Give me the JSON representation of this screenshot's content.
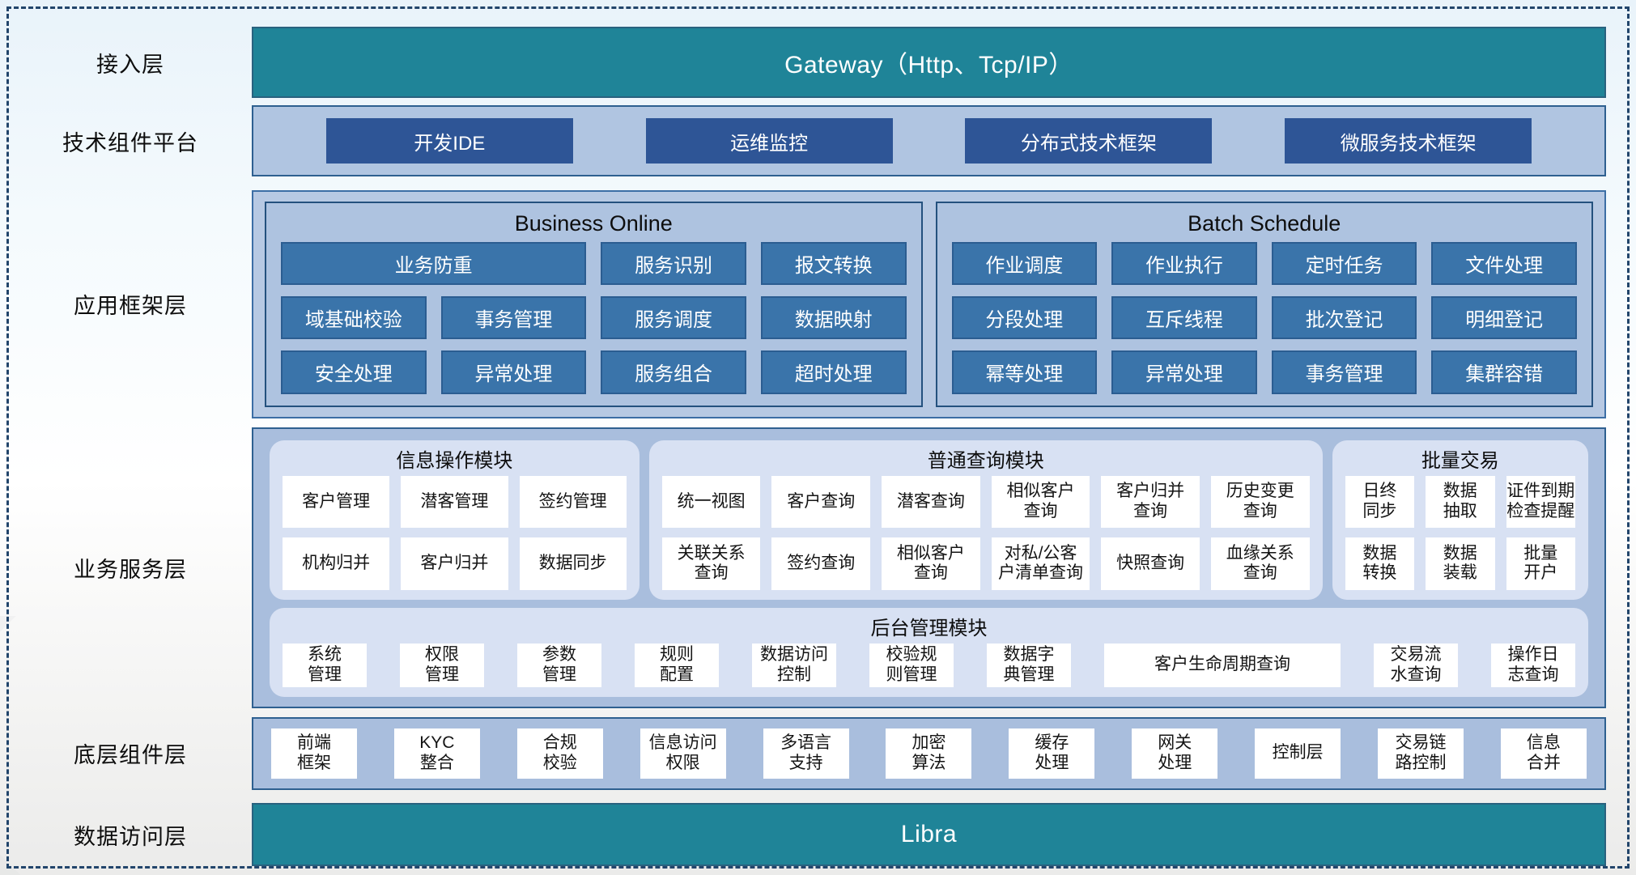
{
  "layers": {
    "access": {
      "label": "接入层",
      "gateway": "Gateway（Http、Tcp/IP）"
    },
    "tech_platform": {
      "label": "技术组件平台",
      "items": [
        "开发IDE",
        "运维监控",
        "分布式技术框架",
        "微服务技术框架"
      ]
    },
    "app_framework": {
      "label": "应用框架层",
      "business_online": {
        "title": "Business Online",
        "items": [
          "业务防重",
          "服务识别",
          "报文转换",
          "域基础校验",
          "事务管理",
          "服务调度",
          "数据映射",
          "安全处理",
          "异常处理",
          "服务组合",
          "超时处理"
        ]
      },
      "batch_schedule": {
        "title": "Batch Schedule",
        "items": [
          "作业调度",
          "作业执行",
          "定时任务",
          "文件处理",
          "分段处理",
          "互斥线程",
          "批次登记",
          "明细登记",
          "幂等处理",
          "异常处理",
          "事务管理",
          "集群容错"
        ]
      }
    },
    "business_service": {
      "label": "业务服务层",
      "info_module": {
        "title": "信息操作模块",
        "items": [
          "客户管理",
          "潜客管理",
          "签约管理",
          "机构归并",
          "客户归并",
          "数据同步"
        ]
      },
      "query_module": {
        "title": "普通查询模块",
        "items": [
          "统一视图",
          "客户查询",
          "潜客查询",
          "相似客户\n查询",
          "客户归并\n查询",
          "历史变更\n查询",
          "关联关系\n查询",
          "签约查询",
          "相似客户\n查询",
          "对私/公客\n户清单查询",
          "快照查询",
          "血缘关系\n查询"
        ]
      },
      "batch_module": {
        "title": "批量交易",
        "items": [
          "日终\n同步",
          "数据\n抽取",
          "证件到期\n检查提醒",
          "数据\n转换",
          "数据\n装载",
          "批量\n开户"
        ]
      },
      "admin_module": {
        "title": "后台管理模块",
        "items": [
          "系统\n管理",
          "权限\n管理",
          "参数\n管理",
          "规则\n配置",
          "数据访问\n控制",
          "校验规\n则管理",
          "数据字\n典管理",
          "客户生命周期查询",
          "交易流\n水查询",
          "操作日\n志查询"
        ]
      }
    },
    "base_components": {
      "label": "底层组件层",
      "items": [
        "前端\n框架",
        "KYC\n整合",
        "合规\n校验",
        "信息访问\n权限",
        "多语言\n支持",
        "加密\n算法",
        "缓存\n处理",
        "网关\n处理",
        "控制层",
        "交易链\n路控制",
        "信息\n合并"
      ]
    },
    "data_access": {
      "label": "数据访问层",
      "bar": "Libra"
    }
  },
  "colors": {
    "teal": "#1f8498",
    "dark_blue": "#2e5596",
    "steel_blue": "#3a74aa",
    "container_blue": "#a9bedd",
    "module_light": "#d8e1f3"
  }
}
